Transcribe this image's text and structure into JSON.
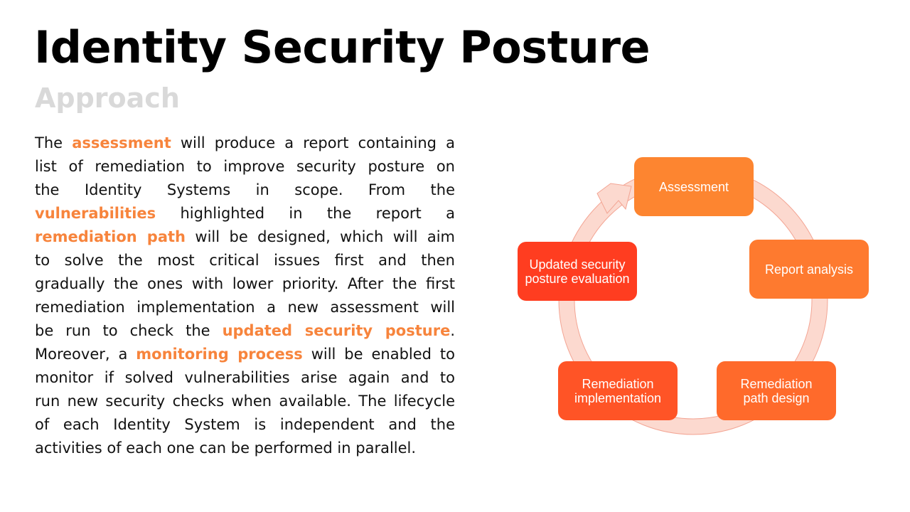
{
  "title": "Identity Security Posture",
  "subtitle": "Approach",
  "paragraph_lines": [
    [
      {
        "t": "The "
      },
      {
        "t": "assessment",
        "h": true
      },
      {
        "t": " will produce a report containing a"
      }
    ],
    [
      {
        "t": "list of remediation to improve security posture on"
      }
    ],
    [
      {
        "t": "the Identity Systems in scope. From the"
      }
    ],
    [
      {
        "t": "vulnerabilities",
        "h": true
      },
      {
        "t": " highlighted in the report a"
      }
    ],
    [
      {
        "t": "remediation path",
        "h": true
      },
      {
        "t": " will be designed, which will aim"
      }
    ],
    [
      {
        "t": "to solve the most critical issues first and then"
      }
    ],
    [
      {
        "t": "gradually the ones with lower priority. After the first"
      }
    ],
    [
      {
        "t": "remediation implementation a new assessment will"
      }
    ],
    [
      {
        "t": "be run to check the "
      },
      {
        "t": "updated security posture",
        "h": true
      },
      {
        "t": "."
      }
    ],
    [
      {
        "t": "Moreover, a "
      },
      {
        "t": "monitoring process",
        "h": true
      },
      {
        "t": " will be enabled to"
      }
    ],
    [
      {
        "t": "monitor if solved vulnerabilities arise again and to"
      }
    ],
    [
      {
        "t": "run new security checks when available. The lifecycle"
      }
    ],
    [
      {
        "t": "of each Identity System is independent and the"
      }
    ],
    [
      {
        "t": "activities of each one can be performed in parallel."
      }
    ]
  ],
  "cycle": {
    "ring_color": "#fcd9cf",
    "steps": [
      {
        "label": "Assessment",
        "color": "#fd8530"
      },
      {
        "label": "Report analysis",
        "color": "#fe7a2f"
      },
      {
        "label": "Remediation path design",
        "color": "#ff6a2b"
      },
      {
        "label": "Remediation implementation",
        "color": "#ff5426"
      },
      {
        "label": "Updated security posture evaluation",
        "color": "#ff3d20"
      }
    ]
  }
}
